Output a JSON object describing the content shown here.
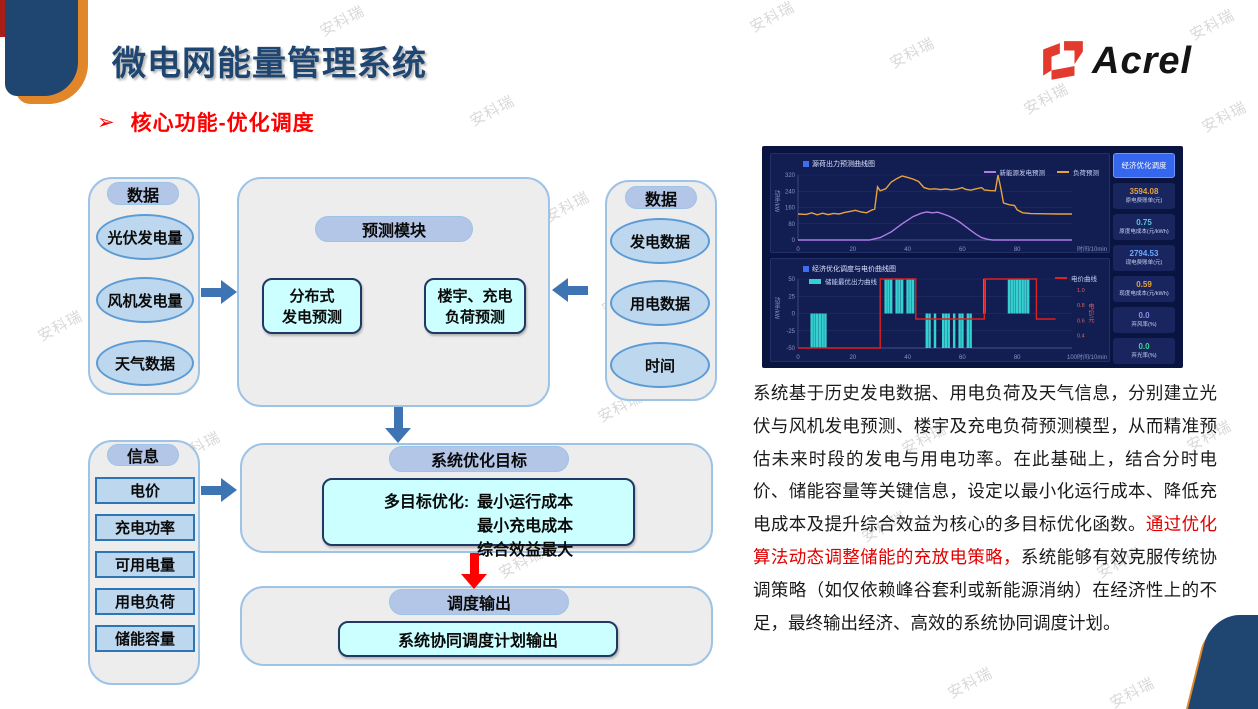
{
  "page": {
    "title": "微电网能量管理系统",
    "subtitle": "核心功能-优化调度",
    "subtitle_bullet": "➢"
  },
  "logo": {
    "text": "Acrel"
  },
  "watermark": {
    "text": "安科瑞"
  },
  "flowchart": {
    "data_left": {
      "header": "数据",
      "items": [
        "光伏发电量",
        "风机发电量",
        "天气数据"
      ]
    },
    "prediction": {
      "header": "预测模块",
      "boxes": [
        {
          "line1": "分布式",
          "line2": "发电预测"
        },
        {
          "line1": "楼宇、充电",
          "line2": "负荷预测"
        }
      ]
    },
    "data_right": {
      "header": "数据",
      "items": [
        "发电数据",
        "用电数据",
        "时间"
      ]
    },
    "info": {
      "header": "信息",
      "items": [
        "电价",
        "充电功率",
        "可用电量",
        "用电负荷",
        "储能容量"
      ]
    },
    "optimization": {
      "header": "系统优化目标",
      "label": "多目标优化:",
      "goals": [
        "最小运行成本",
        "最小充电成本",
        "综合效益最大"
      ]
    },
    "output": {
      "header": "调度输出",
      "content": "系统协同调度计划输出"
    }
  },
  "dashboard": {
    "button": "经济优化调度",
    "stats": [
      {
        "value": "3594.08",
        "label": "原电费账单(元)",
        "color": "#e8a33d"
      },
      {
        "value": "0.75",
        "label": "原度电成本(元/kWh)",
        "color": "#58c7e0"
      },
      {
        "value": "2794.53",
        "label": "现电费账单(元)",
        "color": "#6fa8ff"
      },
      {
        "value": "0.59",
        "label": "现度电成本(元/kWh)",
        "color": "#e8a33d"
      },
      {
        "value": "0.0",
        "label": "弃风率(%)",
        "color": "#8f8fe8"
      },
      {
        "value": "0.0",
        "label": "弃光率(%)",
        "color": "#3fd68f"
      }
    ]
  },
  "chart_data": [
    {
      "type": "line",
      "title": "源荷出力预测曲线图",
      "xlabel": "时间/10min",
      "ylabel": "功率/kW",
      "xlim": [
        0,
        100
      ],
      "ylim": [
        0,
        320
      ],
      "yticks": [
        0,
        80,
        160,
        240,
        320
      ],
      "xticks": [
        0,
        20,
        40,
        60,
        80
      ],
      "series": [
        {
          "name": "新能源发电预测",
          "color": "#b07ce8",
          "points": [
            [
              0,
              0
            ],
            [
              26,
              0
            ],
            [
              30,
              12
            ],
            [
              34,
              40
            ],
            [
              38,
              80
            ],
            [
              42,
              115
            ],
            [
              45,
              132
            ],
            [
              47,
              138
            ],
            [
              49,
              134
            ],
            [
              51,
              137
            ],
            [
              53,
              128
            ],
            [
              55,
              118
            ],
            [
              57,
              105
            ],
            [
              59,
              88
            ],
            [
              61,
              68
            ],
            [
              63,
              48
            ],
            [
              65,
              28
            ],
            [
              67,
              12
            ],
            [
              69,
              4
            ],
            [
              71,
              0
            ],
            [
              100,
              0
            ]
          ]
        },
        {
          "name": "负荷预测",
          "color": "#e8a33d",
          "points": [
            [
              0,
              128
            ],
            [
              3,
              126
            ],
            [
              5,
              134
            ],
            [
              7,
              124
            ],
            [
              9,
              132
            ],
            [
              11,
              125
            ],
            [
              13,
              131
            ],
            [
              15,
              128
            ],
            [
              17,
              136
            ],
            [
              19,
              141
            ],
            [
              21,
              146
            ],
            [
              23,
              138
            ],
            [
              25,
              134
            ],
            [
              27,
              148
            ],
            [
              28,
              152
            ],
            [
              29,
              262
            ],
            [
              30,
              242
            ],
            [
              32,
              252
            ],
            [
              34,
              285
            ],
            [
              36,
              302
            ],
            [
              38,
              315
            ],
            [
              40,
              308
            ],
            [
              42,
              300
            ],
            [
              44,
              288
            ],
            [
              46,
              258
            ],
            [
              48,
              250
            ],
            [
              50,
              252
            ],
            [
              52,
              248
            ],
            [
              54,
              251
            ],
            [
              56,
              247
            ],
            [
              58,
              250
            ],
            [
              60,
              258
            ],
            [
              61,
              250
            ],
            [
              63,
              245
            ],
            [
              65,
              252
            ],
            [
              67,
              258
            ],
            [
              68,
              246
            ],
            [
              70,
              243
            ],
            [
              72,
              242
            ],
            [
              73,
              320
            ],
            [
              74,
              255
            ],
            [
              75,
              182
            ],
            [
              77,
              174
            ],
            [
              79,
              170
            ],
            [
              80,
              148
            ],
            [
              82,
              134
            ],
            [
              85,
              130
            ],
            [
              90,
              129
            ],
            [
              95,
              128
            ],
            [
              100,
              128
            ]
          ]
        }
      ]
    },
    {
      "type": "bar",
      "title": "经济优化调度与电价曲线图",
      "xlabel": "时间/10min",
      "ylabel": "功率/kW",
      "y2label": "电价/元",
      "xlim": [
        0,
        100
      ],
      "ylim": [
        -50,
        50
      ],
      "yticks": [
        50,
        25,
        0,
        -25,
        -50
      ],
      "xticks": [
        0,
        20,
        40,
        60,
        80,
        100
      ],
      "y2ticks": [
        1.0,
        0.8,
        0.6,
        0.4
      ],
      "bars": {
        "name": "储能最优出力曲线",
        "color": "#35d0d0",
        "width": 0.9,
        "x": [
          5,
          6,
          7,
          8,
          9,
          10,
          32,
          33,
          34,
          36,
          37,
          38,
          40,
          41,
          42,
          47,
          48,
          50,
          53,
          54,
          55,
          57,
          59,
          60,
          62,
          63,
          68,
          77,
          78,
          79,
          80,
          81,
          82,
          83,
          84
        ],
        "y": [
          -50,
          -50,
          -50,
          -50,
          -50,
          -50,
          50,
          50,
          50,
          50,
          50,
          50,
          50,
          50,
          50,
          -50,
          -50,
          -50,
          -50,
          -50,
          -50,
          -50,
          -50,
          -50,
          -50,
          -50,
          50,
          50,
          50,
          50,
          50,
          50,
          50,
          50,
          50
        ]
      },
      "line": {
        "name": "电价曲线",
        "color": "#e01f1f",
        "points": [
          [
            0,
            -50
          ],
          [
            30,
            -50
          ],
          [
            30,
            50
          ],
          [
            43,
            50
          ],
          [
            43,
            -8
          ],
          [
            68,
            -8
          ],
          [
            68,
            50
          ],
          [
            87,
            50
          ],
          [
            87,
            -8
          ],
          [
            94,
            -8
          ]
        ]
      }
    }
  ],
  "paragraph": {
    "part1": "系统基于历史发电数据、用电负荷及天气信息，分别建立光伏与风机发电预测、楼宇及充电负荷预测模型，从而精准预估未来时段的发电与用电功率。在此基础上，结合分时电价、储能容量等关键信息，设定以最小化运行成本、降低充电成本及提升综合效益为核心的多目标优化函数。",
    "highlight": "通过优化算法动态调整储能的充放电策略，",
    "part2": "系统能够有效克服传统协调策略（如仅依赖峰谷套利或新能源消纳）在经济性上的不足，最终输出经济、高效的系统协同调度计划。"
  }
}
